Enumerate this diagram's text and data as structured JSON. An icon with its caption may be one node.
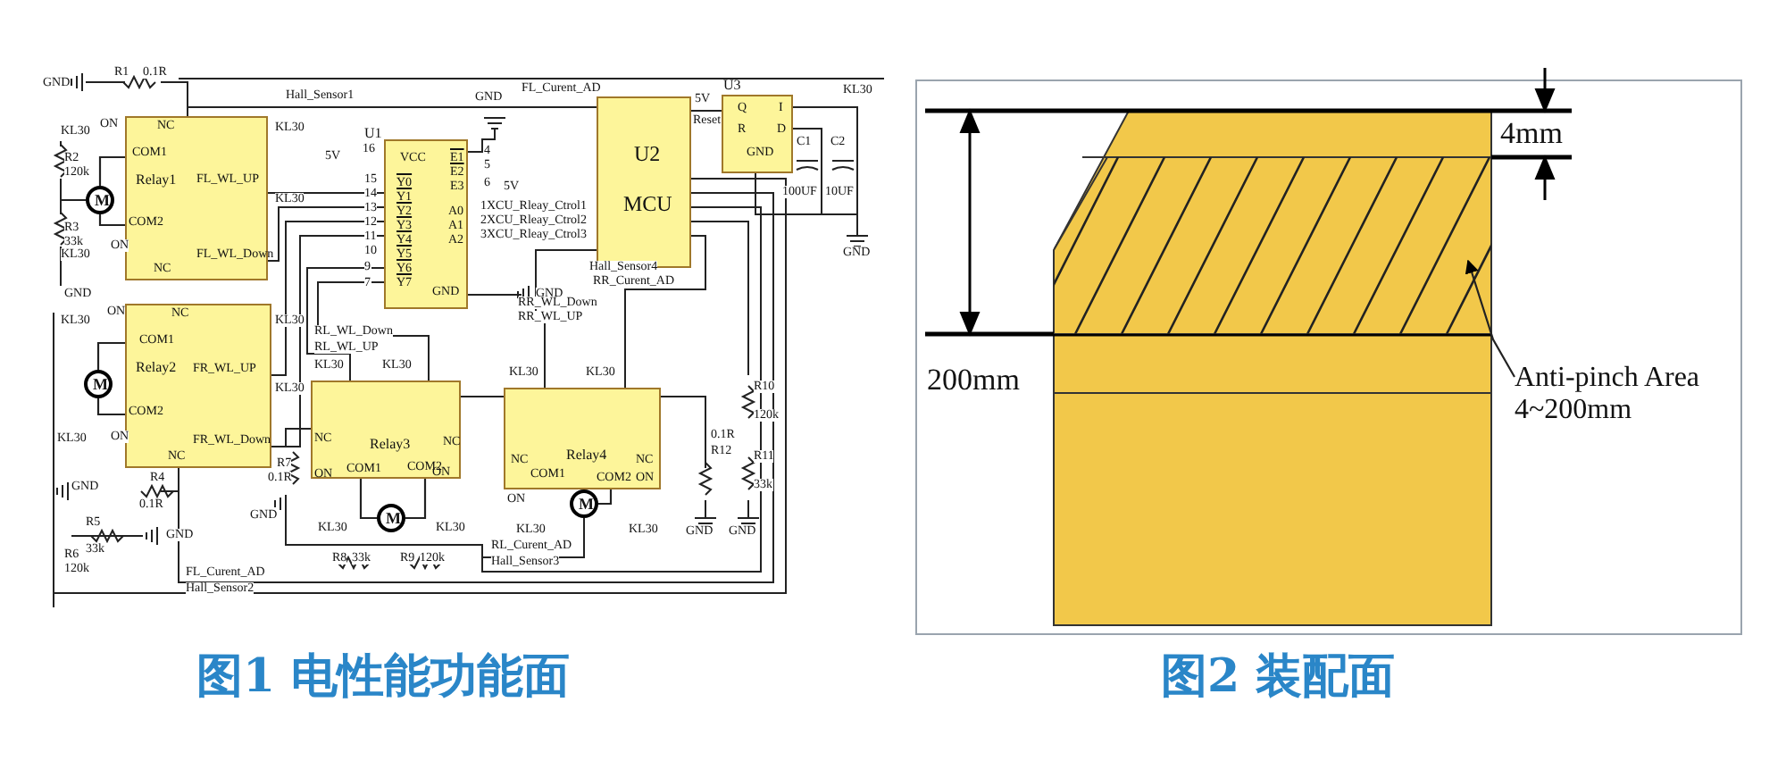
{
  "diagram": {
    "nodes": [
      {
        "text": [
          "Relay1"
        ]
      },
      {
        "text": [
          "U1"
        ]
      },
      {
        "text": [
          "U2",
          "MCU"
        ]
      },
      {
        "text": [
          "U3"
        ]
      },
      {
        "text": [
          "M"
        ]
      },
      {
        "text": [
          "Relay2"
        ]
      },
      {
        "text": [
          "M"
        ]
      },
      {
        "text": [
          "Relay3"
        ]
      },
      {
        "text": [
          "M"
        ]
      },
      {
        "text": [
          "Relay4"
        ]
      },
      {
        "text": [
          "M"
        ]
      },
      {
        "text": [],
        "shape": "box"
      },
      {
        "text": [
          "Anti-pinch Area 4~200mm"
        ]
      }
    ],
    "edges": [
      {
        "from": 4,
        "to": 0,
        "arrow": "none"
      },
      {
        "from": 4,
        "to": 0,
        "arrow": "none"
      },
      {
        "from": 6,
        "to": 5,
        "arrow": "none"
      },
      {
        "from": 6,
        "to": 5,
        "arrow": "none"
      },
      {
        "from": 8,
        "to": 7,
        "arrow": "none"
      },
      {
        "from": 8,
        "to": 7,
        "arrow": "none"
      },
      {
        "from": 10,
        "to": 9,
        "arrow": "none"
      },
      {
        "from": 12,
        "to": 11,
        "arrow": "to"
      }
    ],
    "labels": [
      "GND",
      "R1",
      "0.1R",
      "Hall_Sensor1",
      "FL_Curent_AD",
      "KL30",
      "ON",
      "NC",
      "COM1",
      "KL30",
      "R2",
      "120k",
      "FL_WL_UP",
      "KL30",
      "R3",
      "33k",
      "COM2",
      "ON",
      "KL30",
      "NC",
      "FL_WL_Down",
      "GND",
      "5V",
      "16",
      "VCC",
      "E1",
      "E2",
      "E3",
      "4",
      "5",
      "6",
      "5V",
      "GND",
      "15",
      "14",
      "13",
      "12",
      "11",
      "10",
      "9",
      "7",
      "Y0",
      "Y1",
      "Y2",
      "Y3",
      "Y4",
      "Y5",
      "Y6",
      "Y7",
      "A0",
      "A1",
      "A2",
      "1XCU_Rleay_Ctrol1",
      "2XCU_Rleay_Ctrol2",
      "3XCU_Rleay_Ctrol3",
      "GND",
      "GND",
      "5V",
      "Reset",
      "Q",
      "I",
      "R",
      "D",
      "GND",
      "C1",
      "C2",
      "100UF",
      "10UF",
      "KL30",
      "GND",
      "Hall_Sensor4",
      "RR_Curent_AD",
      "RR_WL_Down",
      "RR_WL_UP",
      "RL_WL_Down",
      "RL_WL_UP",
      "KL30",
      "ON",
      "NC",
      "COM1",
      "KL30",
      "FR_WL_UP",
      "KL30",
      "COM2",
      "KL30",
      "ON",
      "NC",
      "FR_WL_Down",
      "GND",
      "R4",
      "0.1R",
      "R5",
      "33k",
      "GND",
      "R6",
      "120k",
      "FL_Curent_AD",
      "Hall_Sensor2",
      "KL30",
      "KL30",
      "NC",
      "COM1",
      "COM2",
      "NC",
      "ON",
      "ON",
      "KL30",
      "KL30",
      "R7",
      "0.1R",
      "GND",
      "R8",
      "33k",
      "R9",
      "120k",
      "RL_Curent_AD",
      "Hall_Sensor3",
      "KL30",
      "KL30",
      "NC",
      "COM1",
      "ON",
      "KL30",
      "COM2",
      "NC",
      "ON",
      "KL30",
      "0.1R",
      "R12",
      "GND",
      "R10",
      "120k",
      "R11",
      "33k",
      "GND",
      "图1 电性能功能面",
      "图2 装配面",
      "200mm",
      "4mm"
    ]
  }
}
